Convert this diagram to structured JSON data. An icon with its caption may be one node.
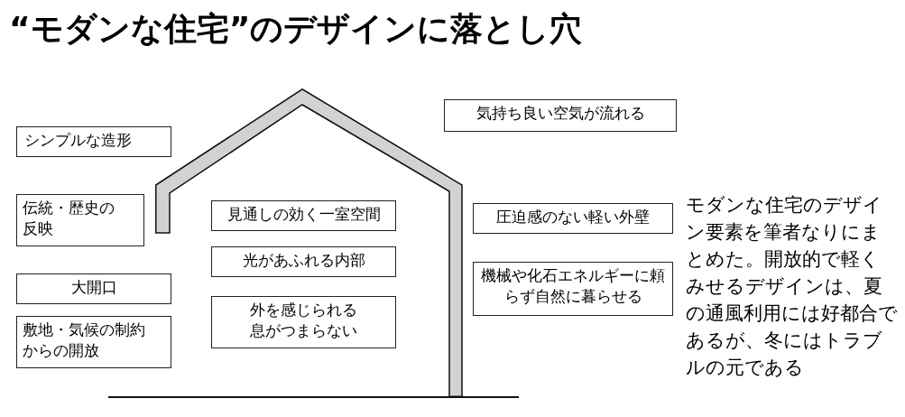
{
  "diagram": {
    "title": "“モダンな住宅”のデザインに落とし穴",
    "caption": "モダンな住宅のデザイン要素を筆者なりにまとめた。開放的で軽くみせるデザインは、夏の通風利用には好都合であるが、冬にはトラブルの元である",
    "nodes": [
      {
        "text": [
          "シンプルな造形"
        ]
      },
      {
        "text": [
          "伝統・歴史の反映"
        ]
      },
      {
        "text": [
          "大開口"
        ]
      },
      {
        "text": [
          "敷地・気候の制約からの開放"
        ]
      },
      {
        "text": [],
        "shape": "house"
      },
      {
        "text": [
          "見通しの効く一室空間"
        ],
        "in": 4
      },
      {
        "text": [
          "光があふれる内部"
        ],
        "in": 4
      },
      {
        "text": [
          "外を感じられる息がつまらない"
        ],
        "in": 4
      },
      {
        "text": [
          "気持ち良い空気が流れる"
        ]
      },
      {
        "text": [
          "圧迫感のない軽い外壁"
        ]
      },
      {
        "text": [
          "機械や化石エネルギーに頼らず自然に暮らせる"
        ]
      }
    ]
  }
}
